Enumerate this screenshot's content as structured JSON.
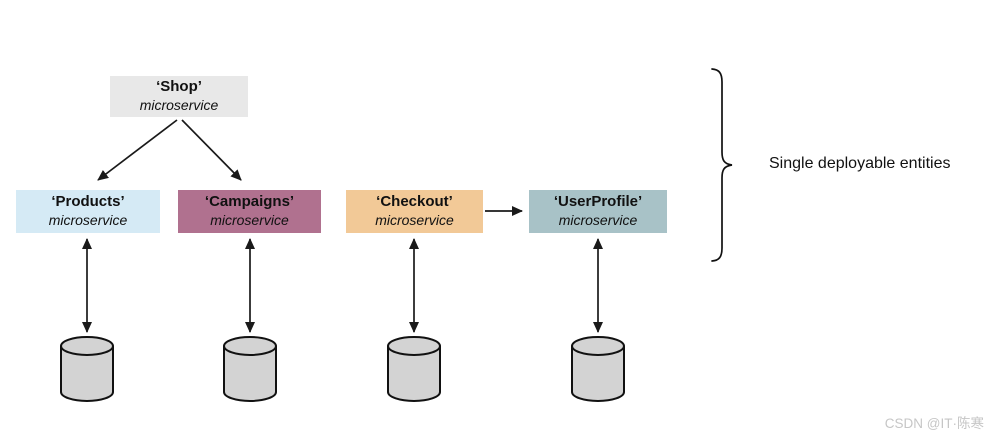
{
  "nodes": {
    "shop": {
      "title": "‘Shop’",
      "subtitle": "microservice",
      "bg": "#e8e8e8"
    },
    "products": {
      "title": "‘Products’",
      "subtitle": "microservice",
      "bg": "#d5eaf5"
    },
    "campaigns": {
      "title": "‘Campaigns’",
      "subtitle": "microservice",
      "bg": "#b0718f"
    },
    "checkout": {
      "title": "‘Checkout’",
      "subtitle": "microservice",
      "bg": "#f2c997"
    },
    "userprofile": {
      "title": "‘UserProfile’",
      "subtitle": "microservice",
      "bg": "#a8c2c7"
    }
  },
  "annotation": {
    "label": "Single deployable entities"
  },
  "watermark": {
    "label": "CSDN @IT·陈寒",
    "color": "#c6c6c6"
  },
  "icons": {
    "database": "database-cylinder-icon",
    "brace": "right-curly-brace",
    "arrows": [
      "single-headed",
      "double-headed"
    ]
  },
  "colors": {
    "line": "#1a1a1a",
    "database_fill": "#d3d3d3",
    "background": "#ffffff"
  }
}
